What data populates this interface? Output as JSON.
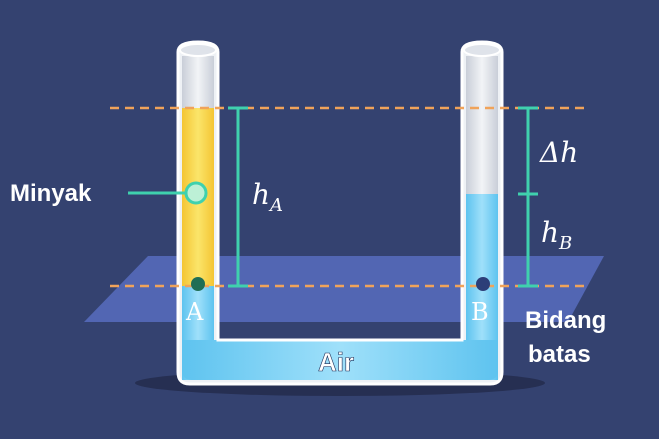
{
  "labels": {
    "oil": "Minyak",
    "water": "Air",
    "point_a": "A",
    "point_b": "B",
    "plane_line1": "Bidang",
    "plane_line2": "batas",
    "h_a_main": "h",
    "h_a_sub": "A",
    "h_b_main": "h",
    "h_b_sub": "B",
    "delta_h": "Δh"
  },
  "colors": {
    "background": "#344270",
    "oil": "#f6d64a",
    "water": "#7fd3f5",
    "dimension": "#3fd1ae",
    "dashed_line": "#f0a35a",
    "plane": "#5c73c9"
  }
}
